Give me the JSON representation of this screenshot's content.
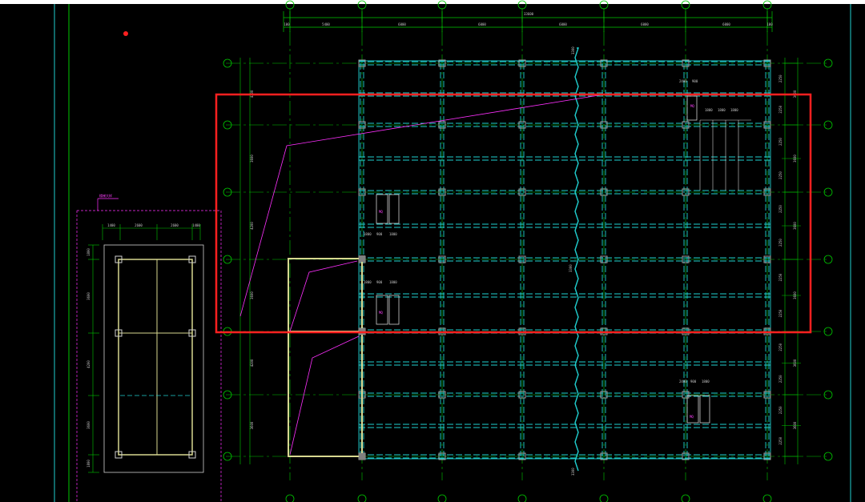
{
  "colors": {
    "background": "#000000",
    "axis_green": "#00c800",
    "beam_cyan": "#20d0d0",
    "column_gray": "#a0a0a0",
    "highlight_red": "#ff2020",
    "leader_magenta": "#ff30ff",
    "frame_yellow": "#d8d890",
    "dim_white": "#d0d0d0"
  },
  "top_dimensions": {
    "total": "33600",
    "segments": [
      "100",
      "5400",
      "6000",
      "6000",
      "6000",
      "6000",
      "6000",
      "100"
    ]
  },
  "right_dimensions": [
    "2250",
    "2250",
    "2250",
    "2250",
    "2250",
    "2250",
    "2250",
    "2250",
    "2250",
    "2250",
    "2250",
    "2250"
  ],
  "right_dimensions_outer": [
    "3600",
    "3600",
    "3600",
    "3600",
    "3600",
    "3600"
  ],
  "left_dimensions": [
    "4200",
    "3600",
    "4200",
    "3600",
    "4200",
    "3600"
  ],
  "detail_top_dimensions": [
    "1400",
    "2600",
    "2600",
    "1400"
  ],
  "detail_left_dimensions": [
    "1800",
    "3600",
    "4200",
    "3600",
    "1800"
  ],
  "detail_tag": "楼梯大样",
  "opening_dims_upper": [
    "2400",
    "900",
    "1800",
    "1800",
    "1800"
  ],
  "opening_dims_mid": [
    "1800",
    "900",
    "1800"
  ],
  "opening_dims_lower": [
    "2400",
    "900",
    "1800"
  ],
  "vertical_line_label_top": "3300",
  "vertical_line_label_mid": "3300",
  "vertical_line_label_bottom": "3300",
  "stair_tags": [
    "MQ",
    "MQ",
    "MQ",
    "MQ"
  ]
}
